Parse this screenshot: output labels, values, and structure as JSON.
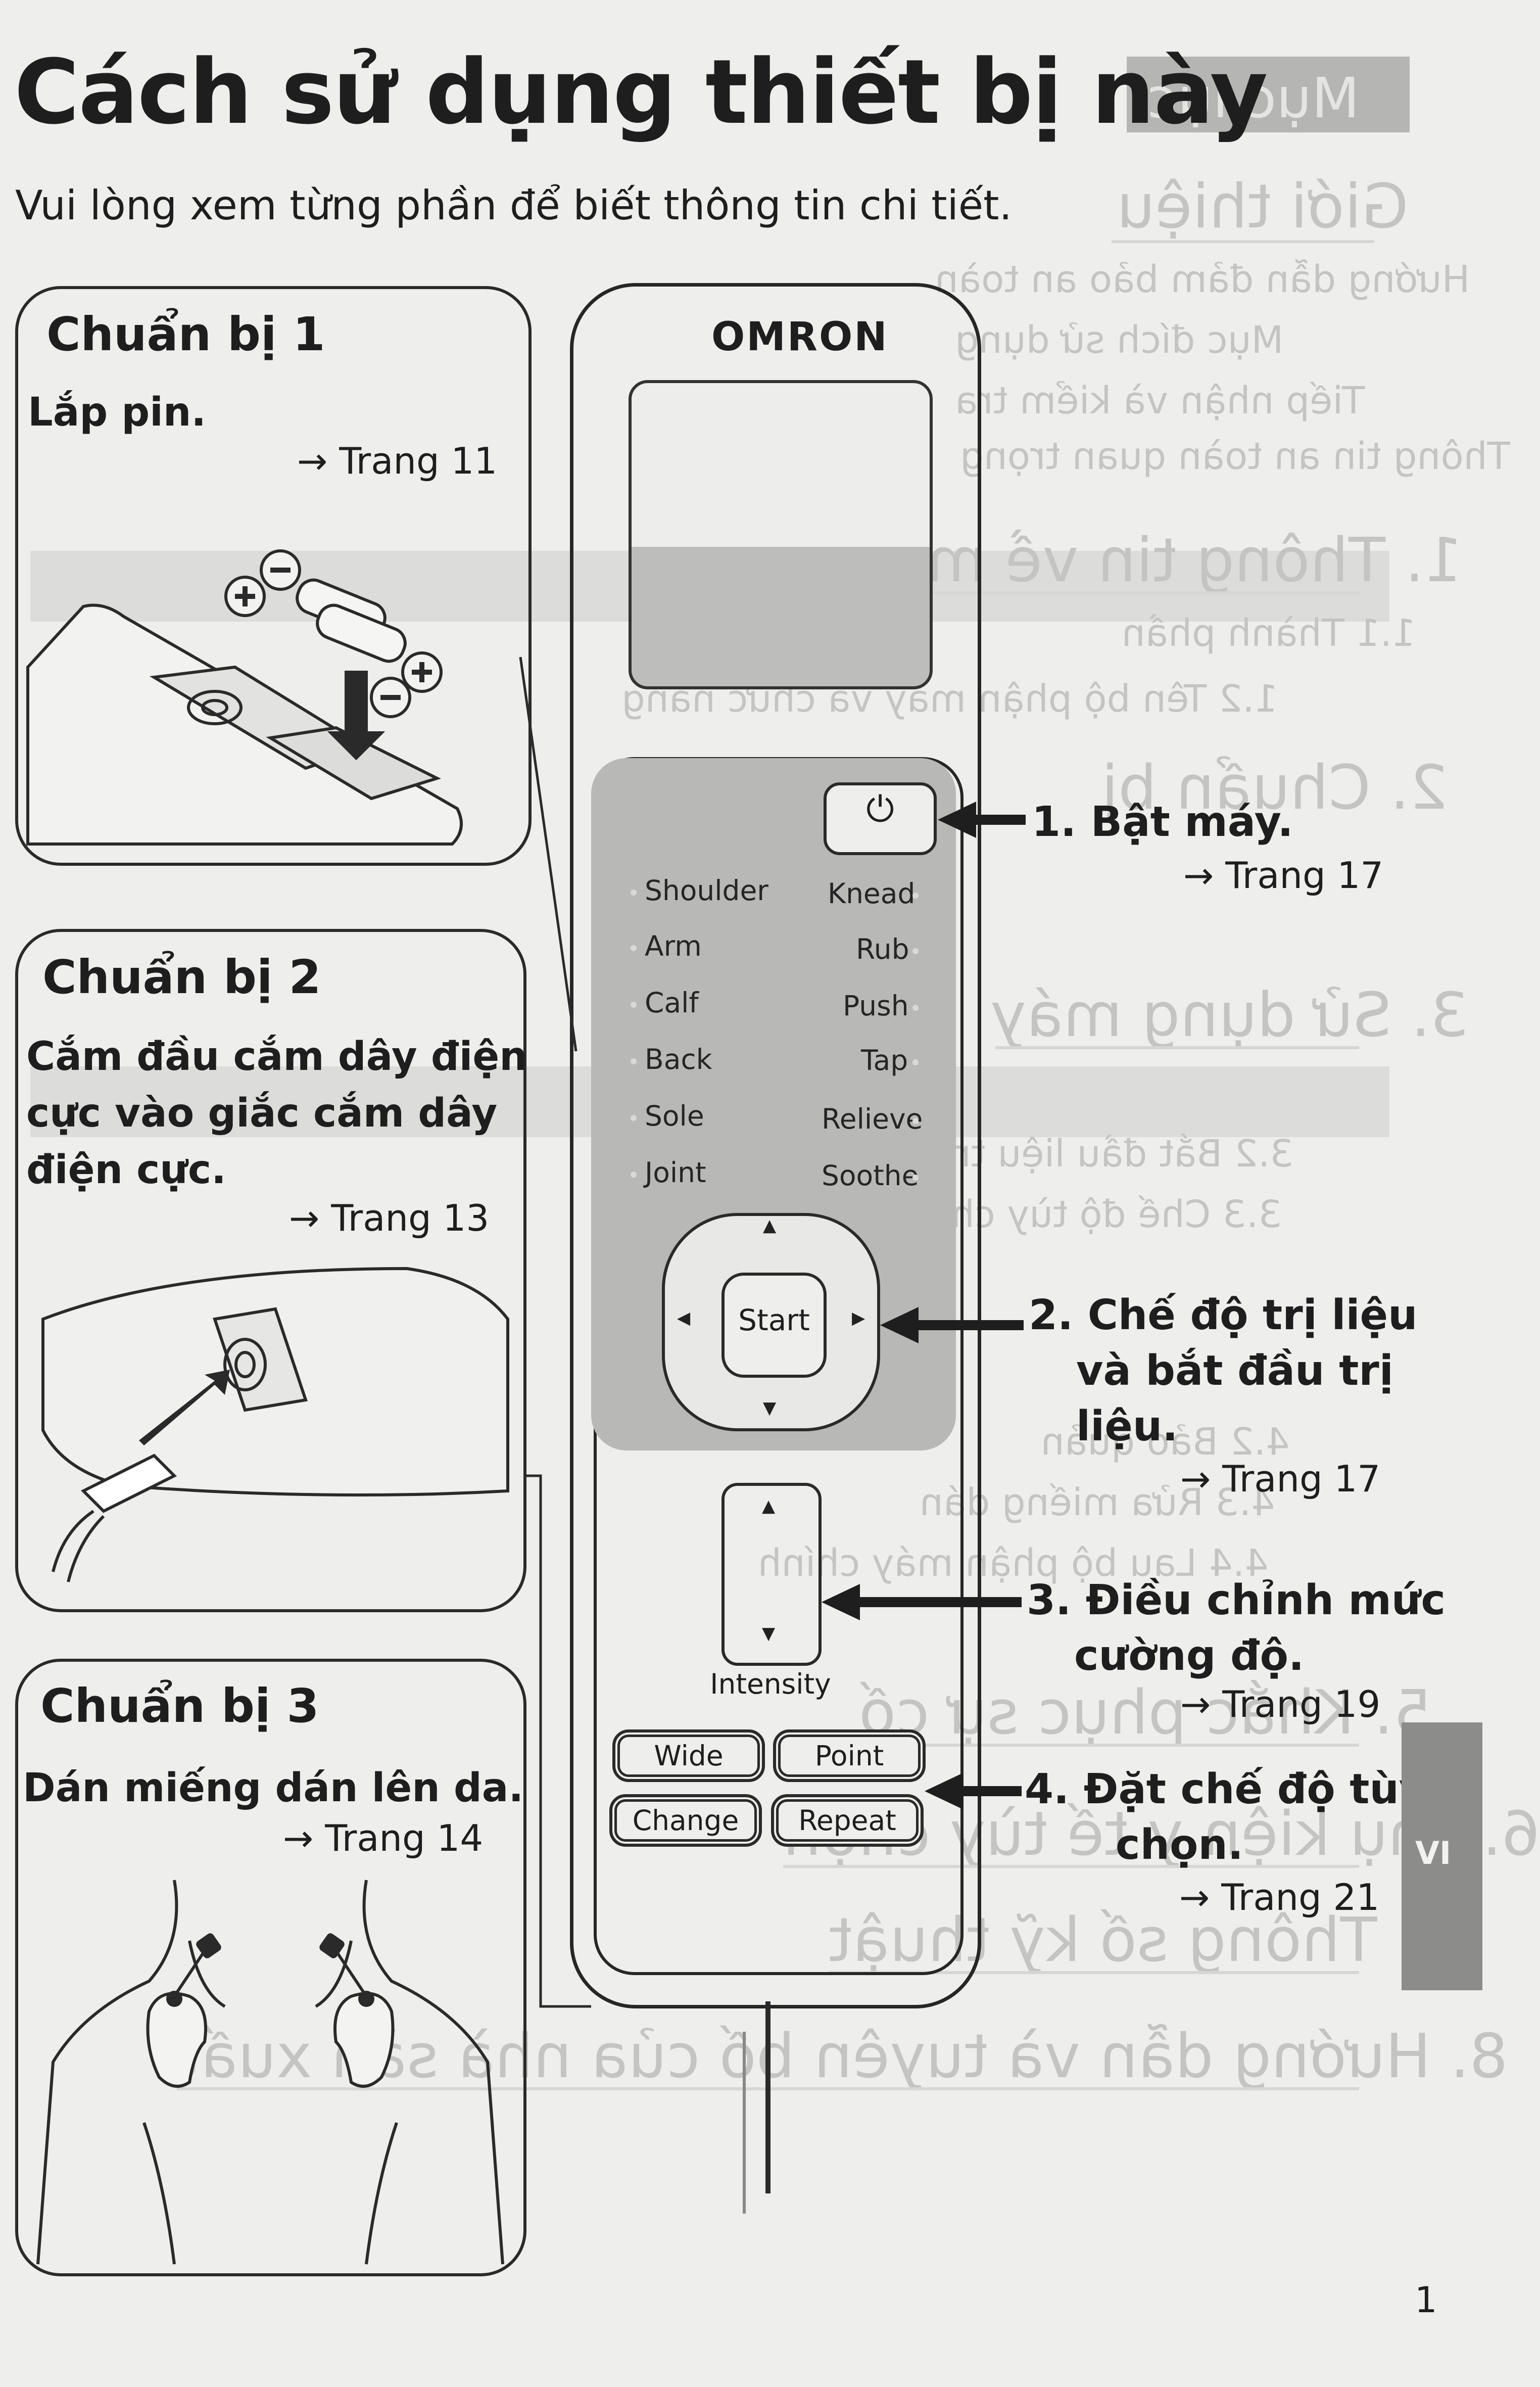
{
  "page_title": "Cách sử dụng thiết bị này",
  "intro": "Vui lòng xem từng phần để biết thông tin chi tiết.",
  "ghost_tab": "Mục lục",
  "ghost_lines": [
    "Giới thiệu",
    "Hướng dẫn đảm bảo an toàn",
    "Mục đích sử dụng",
    "Tiếp nhận và kiểm tra",
    "Thông tin an toàn quan trọng",
    "1. Thông tin về máy",
    "1.1 Thành phần",
    "1.2 Tên bộ phận máy và chức năng",
    "2. Chuẩn bị",
    "3. Sử dụng máy",
    "3.2 Bắt đầu liệu trình điều trị",
    "3.3 Chế độ tùy chọn",
    "4.2 Bảo quản",
    "4.3 Rửa miếng dán",
    "4.4 Lau bộ phận máy chính",
    "5. Khắc phục sự cố",
    "6. Phụ kiện y tế tùy chọn",
    "7. Thông số kỹ thuật",
    "8. Hướng dẫn và tuyên bố của nhà sản xuất"
  ],
  "cards": [
    {
      "title": "Chuẩn bị 1",
      "text": [
        "Lắp pin."
      ],
      "ref": "→ Trang 11"
    },
    {
      "title": "Chuẩn bị 2",
      "text": [
        "Cắm đầu cắm dây điện",
        "cực vào giắc cắm dây",
        "điện cực."
      ],
      "ref": "→ Trang 13"
    },
    {
      "title": "Chuẩn bị 3",
      "text": [
        "Dán miếng dán lên da."
      ],
      "ref": "→ Trang 14"
    }
  ],
  "device": {
    "brand": "OMRON",
    "power_symbol": "⏻",
    "modes_left": [
      "Shoulder",
      "Arm",
      "Calf",
      "Back",
      "Sole",
      "Joint"
    ],
    "modes_right": [
      "Knead",
      "Rub",
      "Push",
      "Tap",
      "Relieve",
      "Soothe"
    ],
    "start": "Start",
    "intensity": "Intensity",
    "buttons": [
      "Wide",
      "Point",
      "Change",
      "Repeat"
    ]
  },
  "callouts": [
    {
      "lines": [
        "1. Bật máy."
      ],
      "ref": "→ Trang 17"
    },
    {
      "lines": [
        "2. Chế độ trị liệu",
        "và bắt đầu trị",
        "liệu."
      ],
      "ref": "→ Trang 17"
    },
    {
      "lines": [
        "3. Điều chỉnh mức",
        "cường độ."
      ],
      "ref": "→ Trang 19"
    },
    {
      "lines": [
        "4. Đặt chế độ tùy",
        "chọn."
      ],
      "ref": "→ Trang 21"
    }
  ],
  "side_tab": "VI",
  "page_number": "1"
}
